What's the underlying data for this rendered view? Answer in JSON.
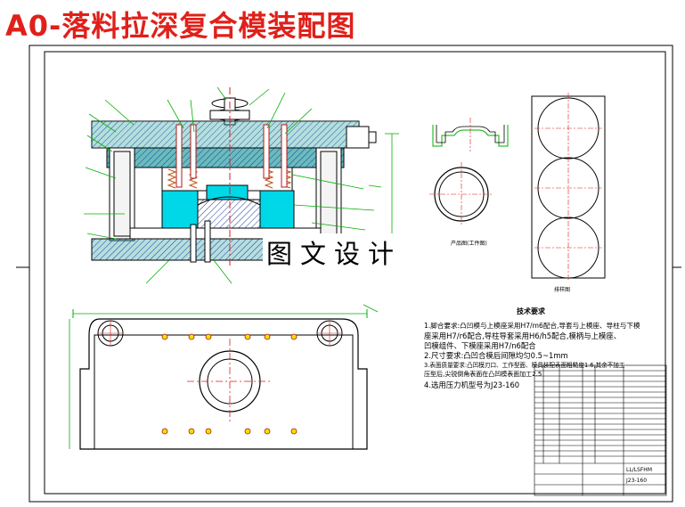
{
  "title": "A0-落料拉深复合模装配图",
  "watermark": "图文设计",
  "technical_requirements": {
    "heading": "技术要求",
    "lines": [
      "1.脚合要求:凸凹模与上模座采用H7/m6配合,导套与上模座、导柱与下模",
      "座采用H7/r6配合,导柱导套采用H6/h5配合,模柄与上模座、",
      "凹模组件、下模座采用H7/n6配合",
      "2.尺寸要求:凸凹合模后间隙均匀0.5~1mm",
      "3.表面质量要求:凸凹模刃口、工作型面、模具装配表面粗糙度1.6,其余不加工",
      "压型后,尖锐倒角表面在凸凹模表面加工2.5",
      "4.选用压力机型号为J23-160"
    ]
  },
  "labels": {
    "product_view": "产品图(工件图)",
    "layout_view": "排样图"
  },
  "title_block": {
    "code1": "LL/LSFHM",
    "code2": "J23-160"
  },
  "colors": {
    "title": "#e0201a",
    "border": "#000000",
    "part_fill": "#2aa0a0",
    "insert_fill": "#00d8e8",
    "hatch": "#1e3a9a",
    "leader": "#00b000",
    "centerline": "#e01818",
    "bolt": "#b01818",
    "bolt_fill": "#f0e000",
    "dimension": "#00b000"
  }
}
